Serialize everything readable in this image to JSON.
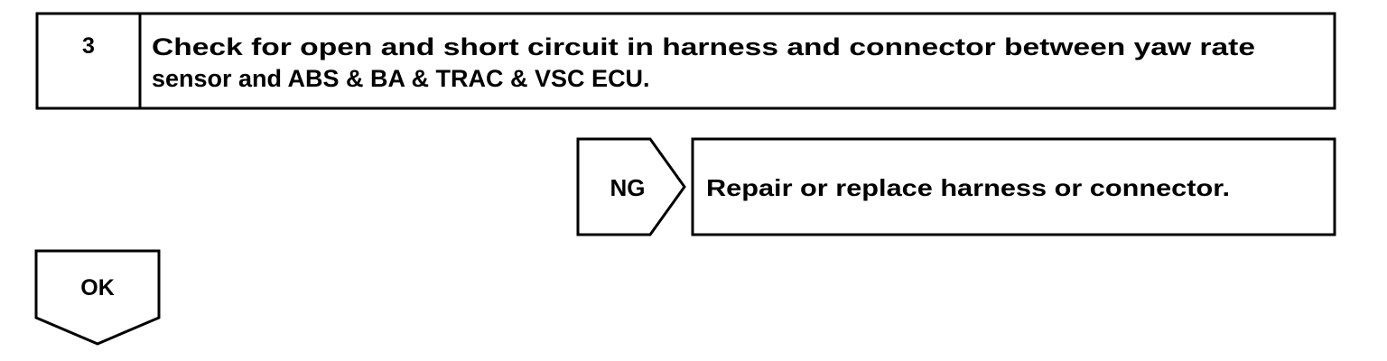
{
  "step": {
    "number": "3",
    "title_lines": [
      "Check for open and short circuit in harness and connector between yaw rate",
      "sensor and ABS & BA & TRAC & VSC ECU."
    ]
  },
  "ng_branch": {
    "label": "NG",
    "action": "Repair or replace harness or connector."
  },
  "ok_branch": {
    "label": "OK"
  },
  "colors": {
    "line": "#000000",
    "background": "#ffffff",
    "text": "#000000"
  }
}
